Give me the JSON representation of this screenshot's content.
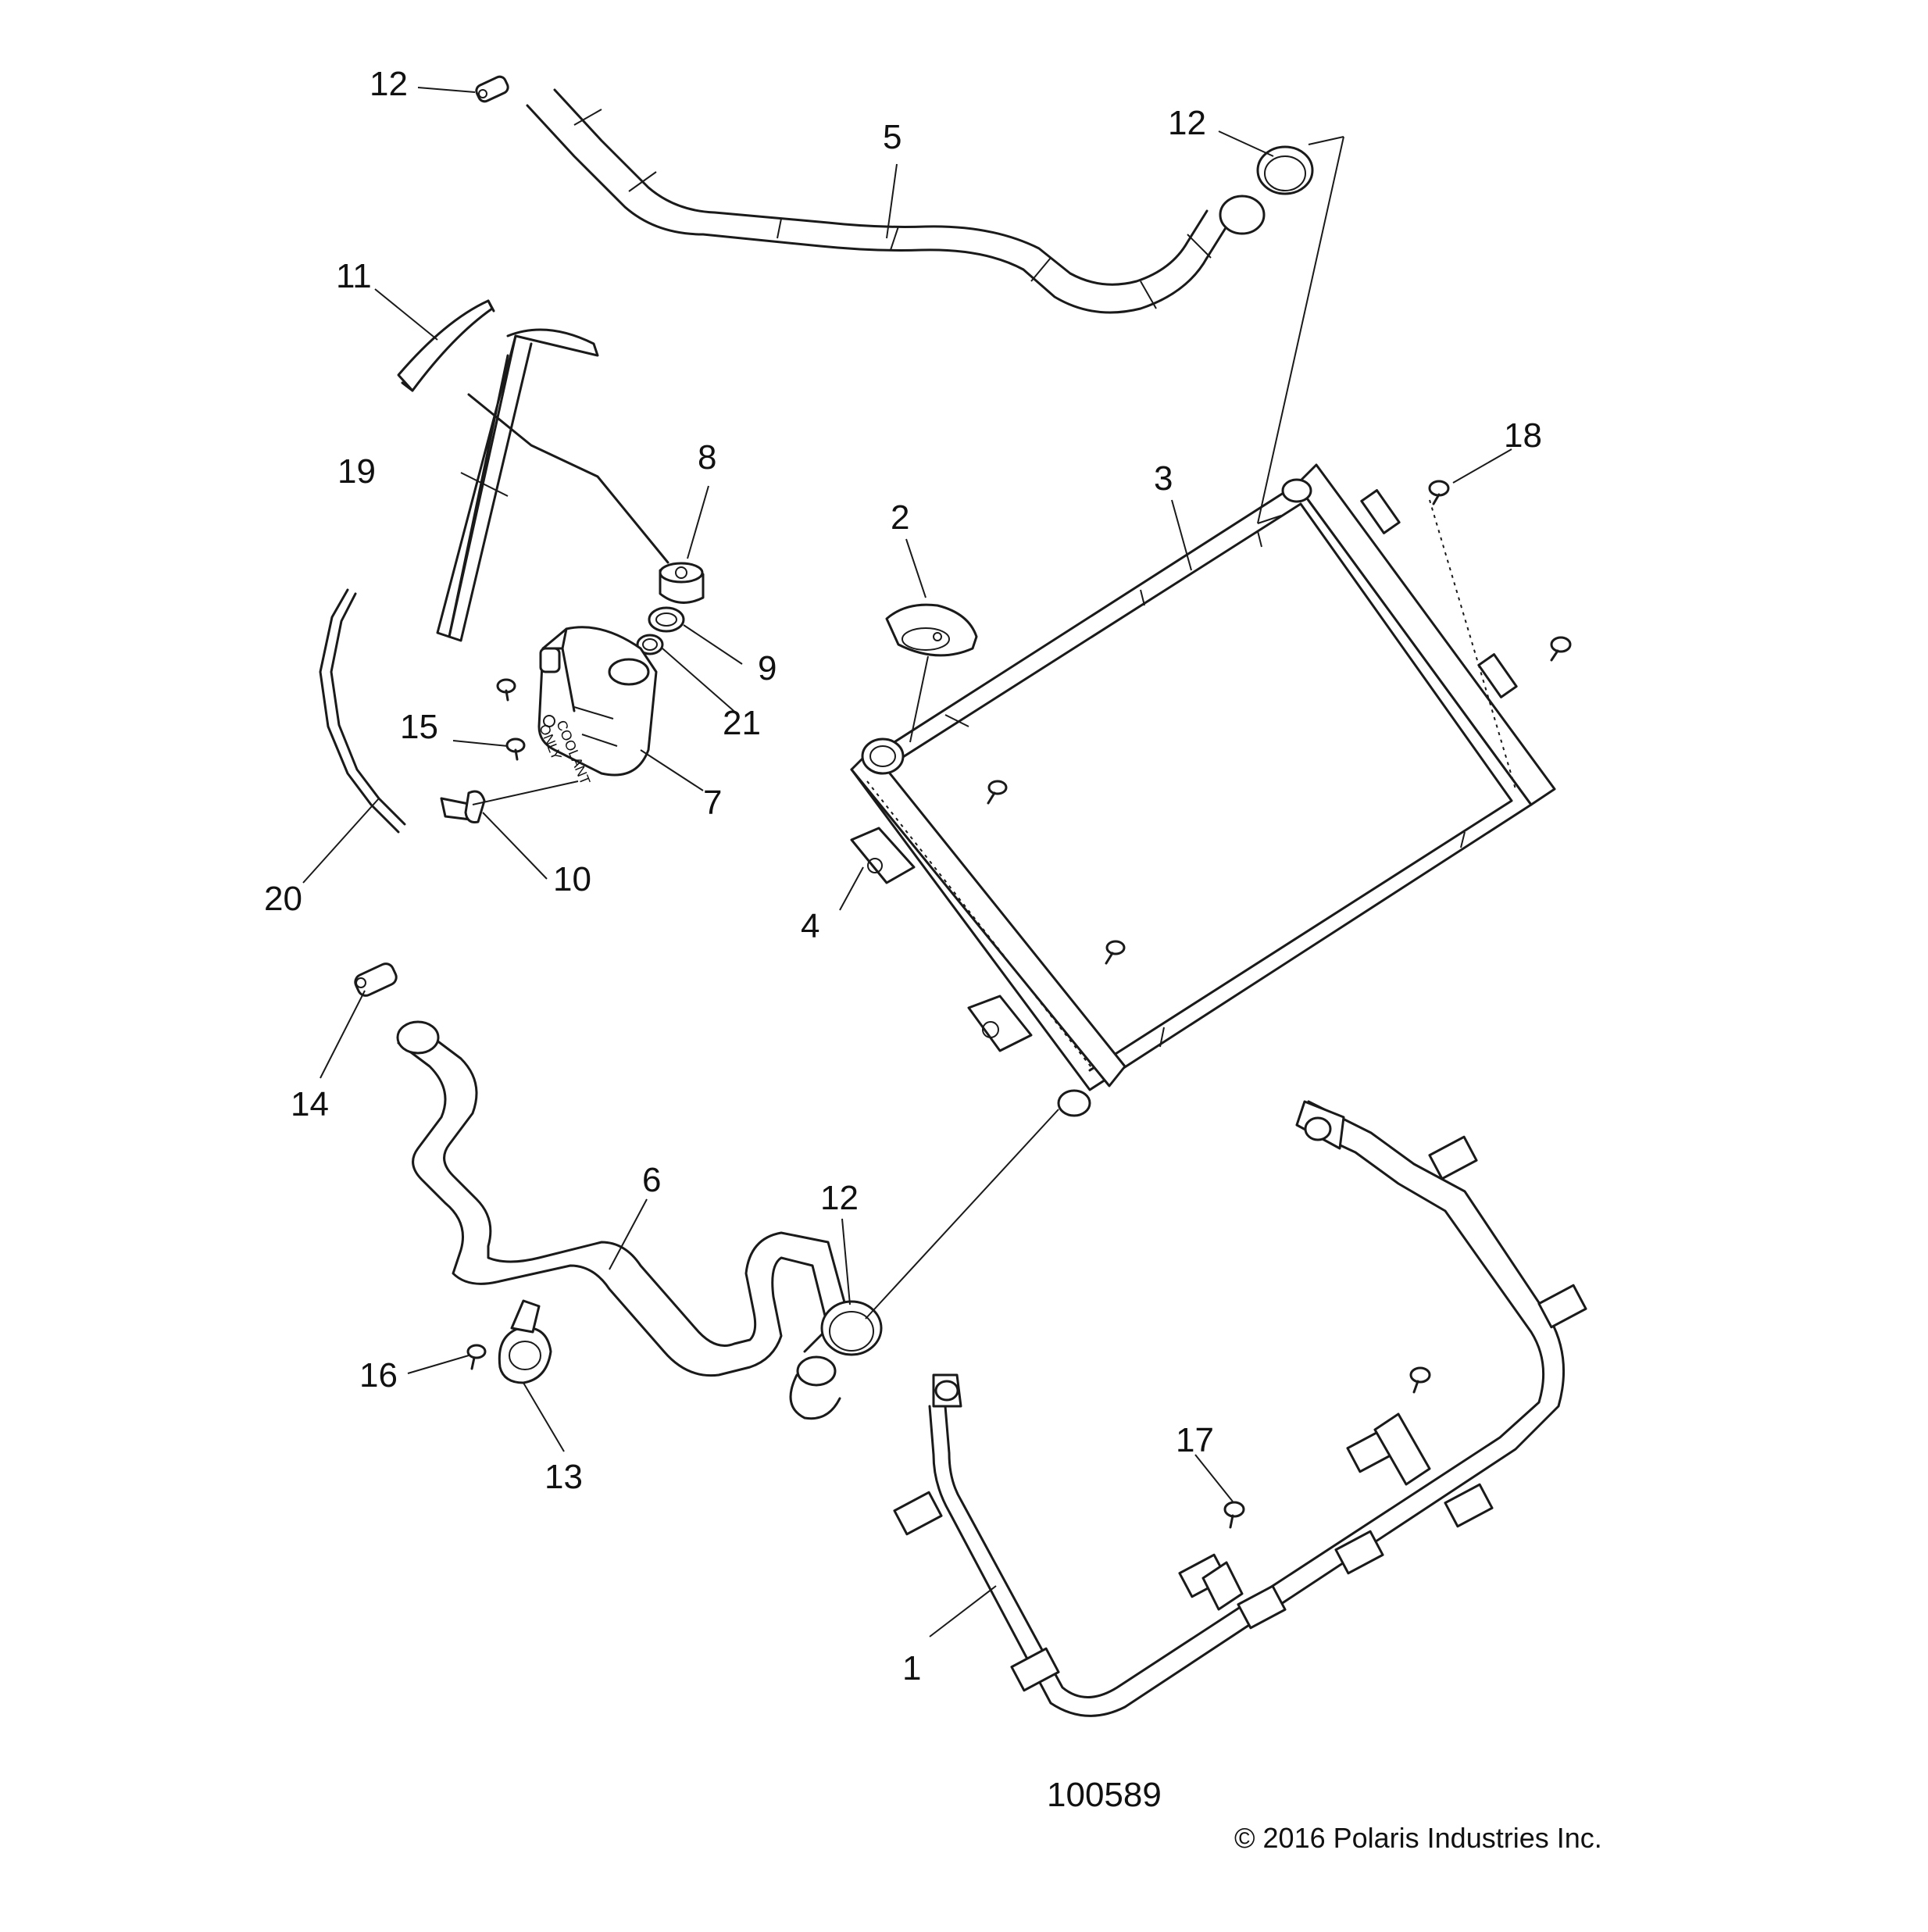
{
  "figure_id": "100589",
  "copyright": "© 2016 Polaris Industries Inc.",
  "tank_text_1": "COOLANT",
  "tank_text_2": "ONLY",
  "callouts": [
    "12",
    "5",
    "12",
    "11",
    "19",
    "8",
    "2",
    "3",
    "18",
    "9",
    "21",
    "15",
    "7",
    "20",
    "10",
    "4",
    "14",
    "6",
    "12",
    "16",
    "13",
    "17",
    "1"
  ]
}
